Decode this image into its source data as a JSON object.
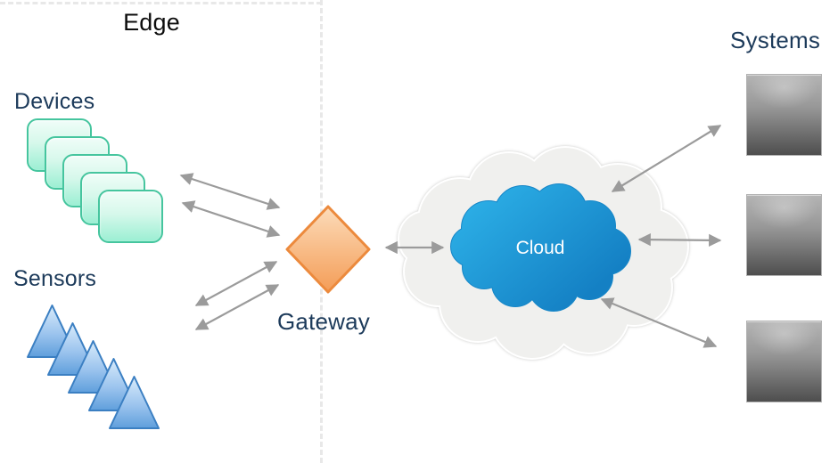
{
  "diagram": {
    "edge_zone": {
      "title": "Edge"
    },
    "nodes": {
      "devices": {
        "label": "Devices",
        "count": 5,
        "shape": "rounded-square-stack"
      },
      "sensors": {
        "label": "Sensors",
        "count": 5,
        "shape": "triangle-stack"
      },
      "gateway": {
        "label": "Gateway",
        "shape": "diamond"
      },
      "cloud": {
        "label": "Cloud",
        "shape": "cloud"
      },
      "systems": {
        "label": "Systems",
        "count": 3,
        "shape": "square-stack"
      }
    },
    "connections": [
      {
        "from": "devices",
        "to": "gateway",
        "style": "bidirectional",
        "lines": 2
      },
      {
        "from": "sensors",
        "to": "gateway",
        "style": "bidirectional",
        "lines": 2
      },
      {
        "from": "gateway",
        "to": "cloud",
        "style": "bidirectional",
        "lines": 1
      },
      {
        "from": "cloud",
        "to": "systems",
        "style": "bidirectional",
        "lines": 3
      }
    ],
    "colors": {
      "label_text": "#1c3a5a",
      "edge_title_text": "#0d0d0d",
      "device_fill_top": "#f0fdf8",
      "device_fill_bottom": "#9befd3",
      "device_border": "#45c59e",
      "sensor_fill_top": "#d9ecfb",
      "sensor_fill_bottom": "#5f9fdc",
      "sensor_border": "#3b7fc2",
      "gateway_fill_top": "#fcdcba",
      "gateway_fill_bottom": "#f49d58",
      "gateway_border": "#ec8a3d",
      "cloud_outer_fill": "#f0f0ee",
      "cloud_inner_top": "#2eb3e9",
      "cloud_inner_bottom": "#1480c4",
      "system_fill_top": "#b4b4b4",
      "system_fill_bottom": "#4e4e4e",
      "arrow": "#9b9b9b",
      "dashed_border": "#e8e8e8"
    }
  }
}
